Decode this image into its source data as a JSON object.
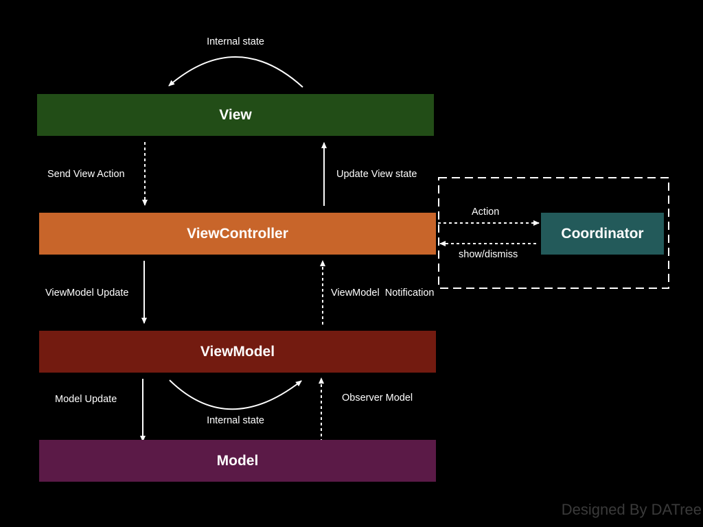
{
  "nodes": {
    "view": "View",
    "view_controller": "ViewController",
    "view_model": "ViewModel",
    "model": "Model",
    "coordinator": "Coordinator"
  },
  "edges": {
    "internal_state_top": "Internal state",
    "send_view_action": "Send View Action",
    "update_view_state": "Update View state",
    "action": "Action",
    "show_dismiss": "show/dismiss",
    "view_model_update": "ViewModel Update",
    "view_model_notification": "ViewModel  Notification",
    "model_update": "Model Update",
    "internal_state_bottom": "Internal state",
    "observer_model": "Observer Model"
  },
  "watermark": "Designed By DATree",
  "colors": {
    "view": "#224d17",
    "view_controller": "#c8652a",
    "view_model": "#731b10",
    "model": "#5b1a47",
    "coordinator": "#235a5a",
    "background": "#000000",
    "arrows": "#ffffff"
  }
}
